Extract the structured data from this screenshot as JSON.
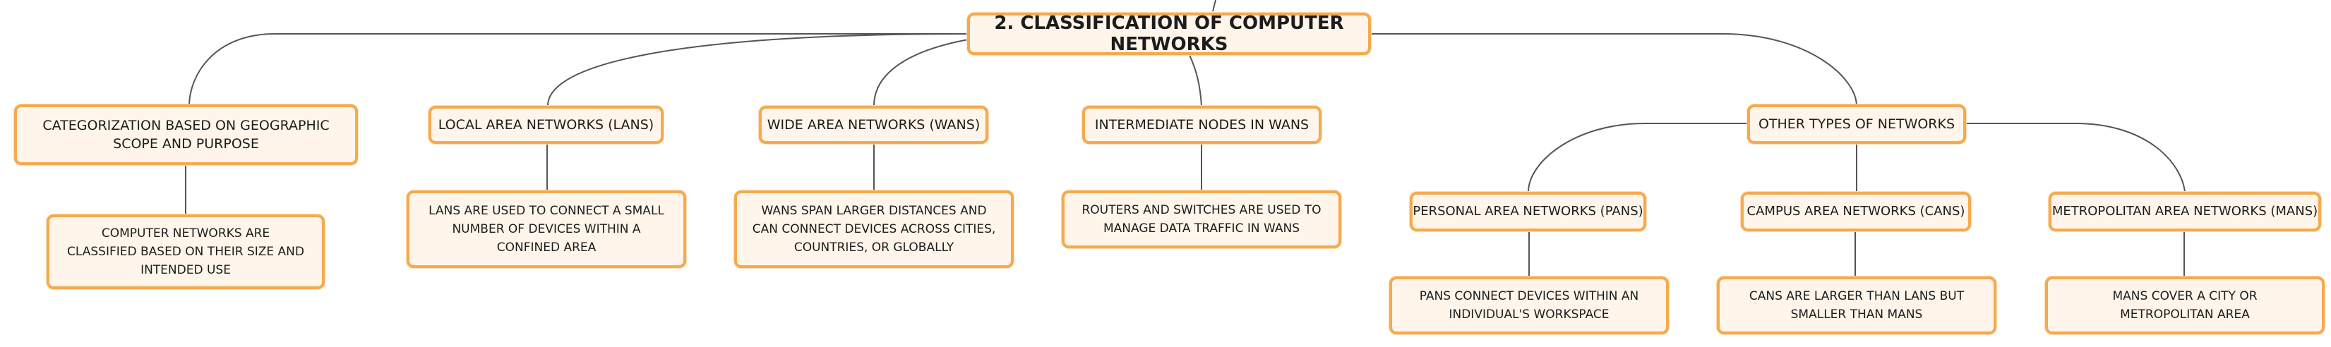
{
  "colors": {
    "node_fill": "#fff5ea",
    "node_border": "#f5aa4e",
    "connector": "#555555",
    "text": "#1c1c1c"
  },
  "mindmap": {
    "root": "2. CLASSIFICATION OF COMPUTER NETWORKS",
    "branches": [
      {
        "title": "CATEGORIZATION BASED ON GEOGRAPHIC SCOPE AND PURPOSE",
        "detail": "COMPUTER NETWORKS ARE CLASSIFIED BASED ON THEIR SIZE AND INTENDED USE"
      },
      {
        "title": "LOCAL AREA NETWORKS (LANS)",
        "detail": "LANS ARE USED TO CONNECT A SMALL NUMBER OF DEVICES WITHIN A CONFINED AREA"
      },
      {
        "title": "WIDE AREA NETWORKS (WANS)",
        "detail": "WANS SPAN LARGER DISTANCES AND CAN CONNECT DEVICES ACROSS CITIES, COUNTRIES, OR GLOBALLY"
      },
      {
        "title": "INTERMEDIATE NODES IN WANS",
        "detail": "ROUTERS AND SWITCHES ARE USED TO MANAGE DATA TRAFFIC IN WANS"
      },
      {
        "title": "OTHER TYPES OF NETWORKS",
        "children": [
          {
            "title": "PERSONAL AREA NETWORKS (PANS)",
            "detail": "PANS CONNECT DEVICES WITHIN AN INDIVIDUAL'S WORKSPACE"
          },
          {
            "title": "CAMPUS AREA NETWORKS (CANS)",
            "detail": "CANS ARE LARGER THAN LANS BUT SMALLER THAN MANS"
          },
          {
            "title": "METROPOLITAN AREA NETWORKS (MANS)",
            "detail": "MANS COVER A CITY OR METROPOLITAN AREA"
          }
        ]
      }
    ]
  }
}
